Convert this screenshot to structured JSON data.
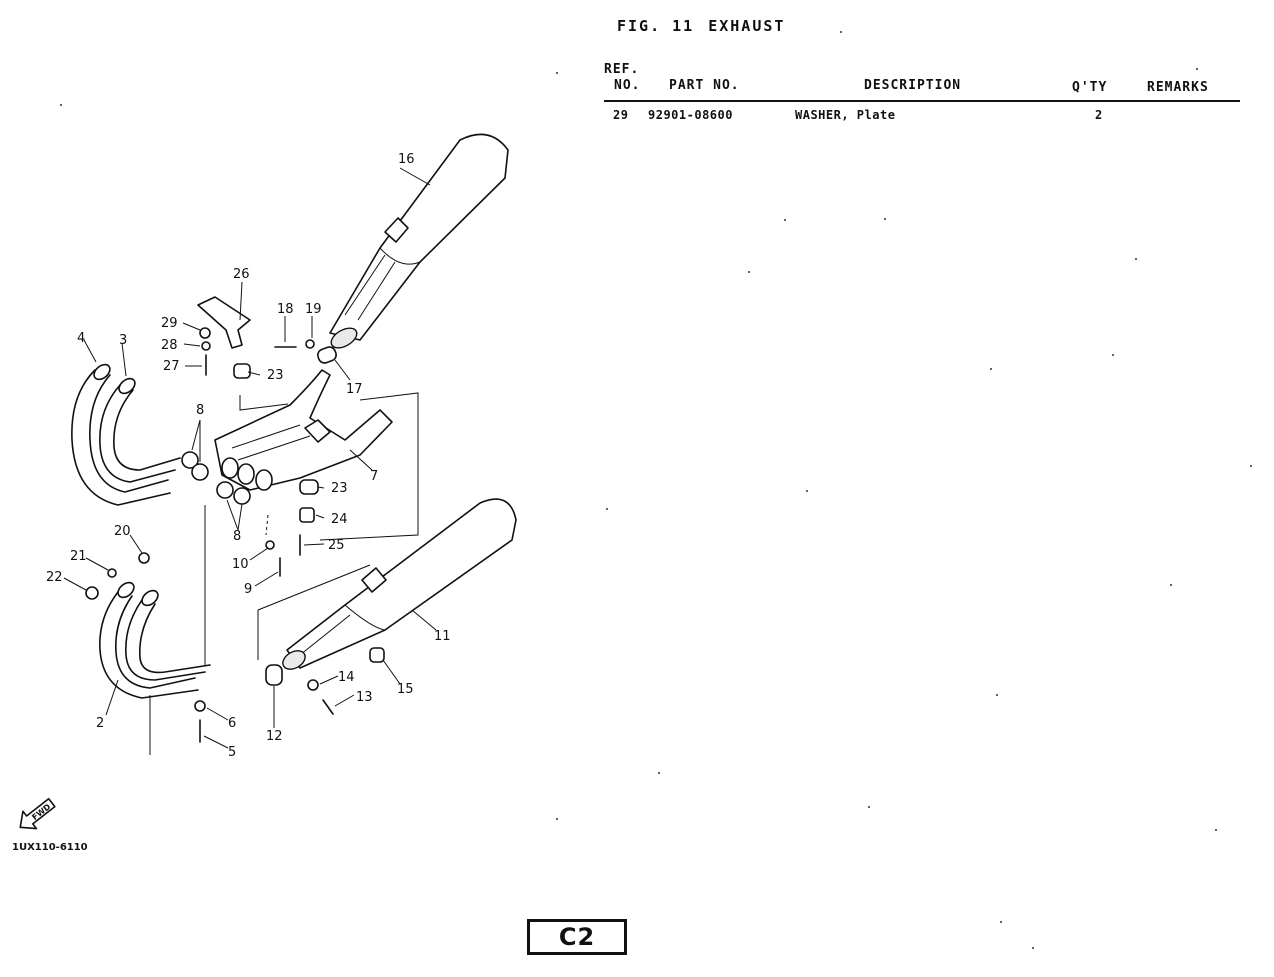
{
  "figure": {
    "label": "FIG. 11",
    "name": "EXHAUST"
  },
  "table": {
    "headers": {
      "ref_line1": "REF.",
      "ref_line2": "NO.",
      "part_no": "PART NO.",
      "description": "DESCRIPTION",
      "qty": "Q'TY",
      "remarks": "REMARKS"
    },
    "rows": [
      {
        "ref": "29",
        "part_no": "92901-08600",
        "description": "WASHER, Plate",
        "qty": "2",
        "remarks": ""
      }
    ]
  },
  "diagram": {
    "callouts": [
      "2",
      "3",
      "4",
      "5",
      "6",
      "7",
      "8",
      "8",
      "9",
      "10",
      "11",
      "12",
      "13",
      "14",
      "15",
      "16",
      "17",
      "18",
      "19",
      "20",
      "21",
      "22",
      "23",
      "23",
      "24",
      "25",
      "26",
      "27",
      "28",
      "29"
    ],
    "fwd_label": "FWD",
    "figure_code": "1UX110-6110"
  },
  "page_code": "C2"
}
